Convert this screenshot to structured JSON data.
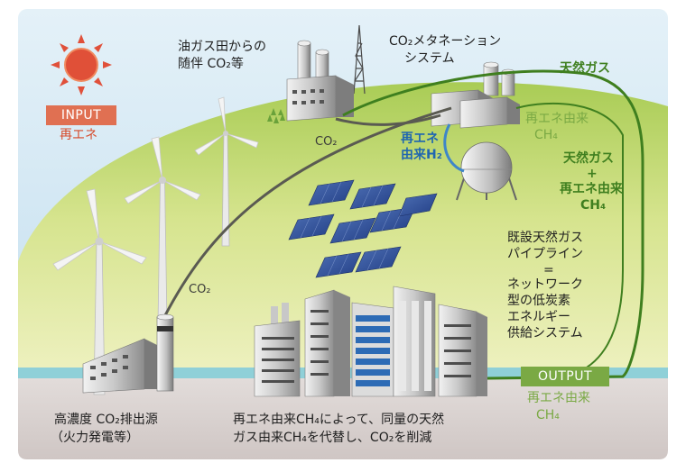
{
  "input": {
    "badge": "INPUT",
    "caption": "再エネ"
  },
  "oil_gas_field": {
    "line1": "油ガス田からの",
    "line2": "随伴 CO₂等"
  },
  "methanation": {
    "line1": "CO₂メタネーション",
    "line2": "システム"
  },
  "flows": {
    "co2_top": "CO₂",
    "co2_left": "CO₂",
    "natural_gas": "天然ガス",
    "renewable_ch4_line1": "再エネ由来",
    "renewable_ch4_line2": "CH₄",
    "mix_line1": "天然ガス",
    "mix_line2": "+",
    "mix_line3": "再エネ由来",
    "mix_line4": "CH₄",
    "h2_line1": "再エネ",
    "h2_line2": "由来H₂"
  },
  "pipeline": {
    "line1": "既設天然ガス",
    "line2": "パイプライン",
    "line3": "=",
    "line4": "ネットワーク",
    "line5": "型の低炭素",
    "line6": "エネルギー",
    "line7": "供給システム"
  },
  "output": {
    "badge": "OUTPUT",
    "line1": "再エネ由来",
    "line2": "CH₄"
  },
  "emission_source": {
    "line1": "高濃度 CO₂排出源",
    "line2": "（火力発電等）"
  },
  "summary": {
    "line1": "再エネ由来CH₄によって、同量の天然",
    "line2": "ガス由来CH₄を代替し、CO₂を削減"
  },
  "colors": {
    "sky": "#cfe6f2",
    "hill": "#c8dc7a",
    "ground": "#d9d0ce",
    "sun": "#e0503a",
    "gas_line": "#3f7f1f",
    "co2_line": "#5a5a52",
    "h2_line": "#3e86c8"
  },
  "icons": [
    "sun-icon",
    "wind-turbine-icon",
    "solar-panel-icon",
    "factory-icon",
    "gas-tank-icon",
    "oil-rig-icon",
    "city-icon",
    "power-plant-icon"
  ]
}
